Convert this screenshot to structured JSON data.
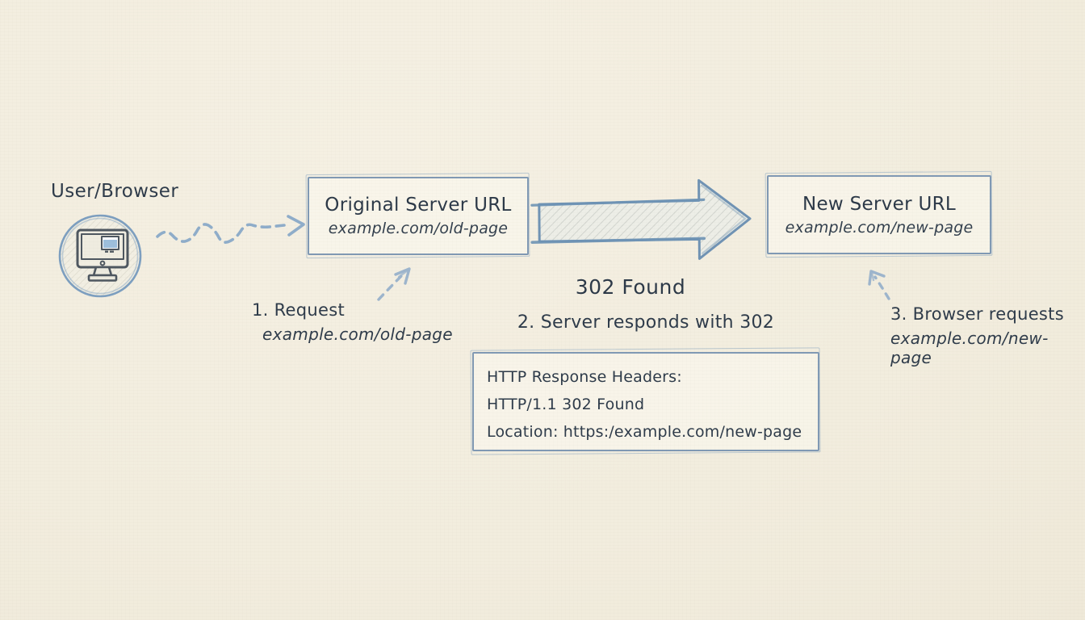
{
  "palette": {
    "background": "#f3eee0",
    "ink": "#2e3b4a",
    "sketch_blue": "#7d9fc0",
    "sketch_blue_light": "#98b2cc",
    "arrow_fill": "#edeee7",
    "arrow_hatch": "#d2d5cf"
  },
  "user": {
    "label": "User/Browser",
    "icon": "computer-monitor-icon"
  },
  "boxes": {
    "original": {
      "title": "Original Server URL",
      "url": "example.com/old-page"
    },
    "new": {
      "title": "New Server URL",
      "url": "example.com/new-page"
    },
    "response": {
      "lines": [
        "HTTP Response Headers:",
        "HTTP/1.1 302 Found",
        "Location: https:/example.com/new-page"
      ]
    }
  },
  "labels": {
    "status": "302 Found",
    "step1_line1": "1. Request",
    "step1_line2": "example.com/old-page",
    "step2": "2. Server responds with 302",
    "step3_line1": "3. Browser requests",
    "step3_line2": "example.com/new-page"
  }
}
